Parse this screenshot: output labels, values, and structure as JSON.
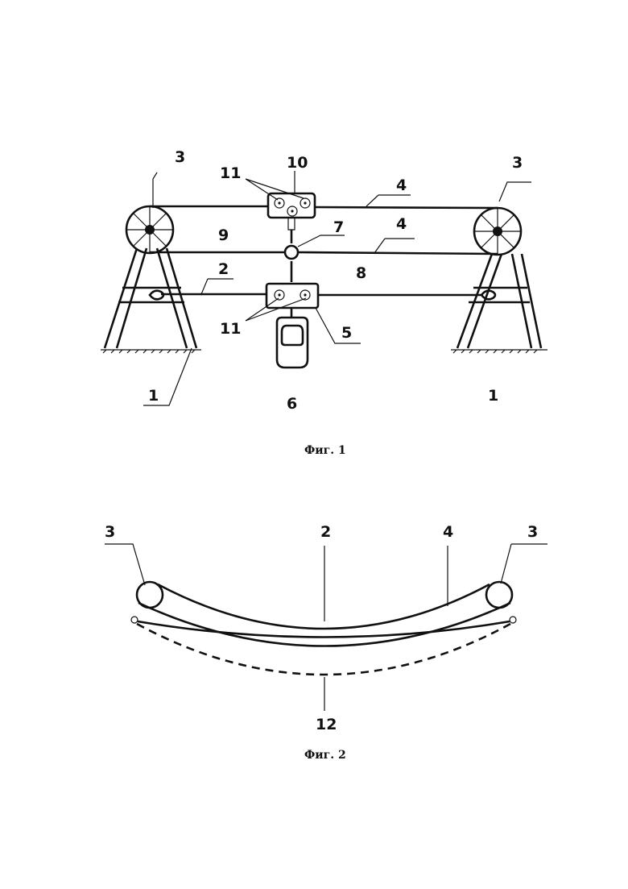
{
  "figure1": {
    "caption": "Фиг. 1",
    "labels": {
      "tower_left": "1",
      "tower_right": "1",
      "lower_cable": "2",
      "pulley_left": "3",
      "pulley_right": "3",
      "upper_cable_top": "4",
      "upper_cable_mid": "4",
      "lower_carriage": "5",
      "cabin": "6",
      "hinge": "7",
      "span_lower": "8",
      "span_upper": "9",
      "upper_carriage": "10",
      "rollers_upper": "11",
      "rollers_lower": "11"
    }
  },
  "figure2": {
    "caption": "Фиг. 2",
    "labels": {
      "pulley_left": "3",
      "pulley_right": "3",
      "lower_cable": "2",
      "upper_cable": "4",
      "deflection": "12"
    }
  }
}
